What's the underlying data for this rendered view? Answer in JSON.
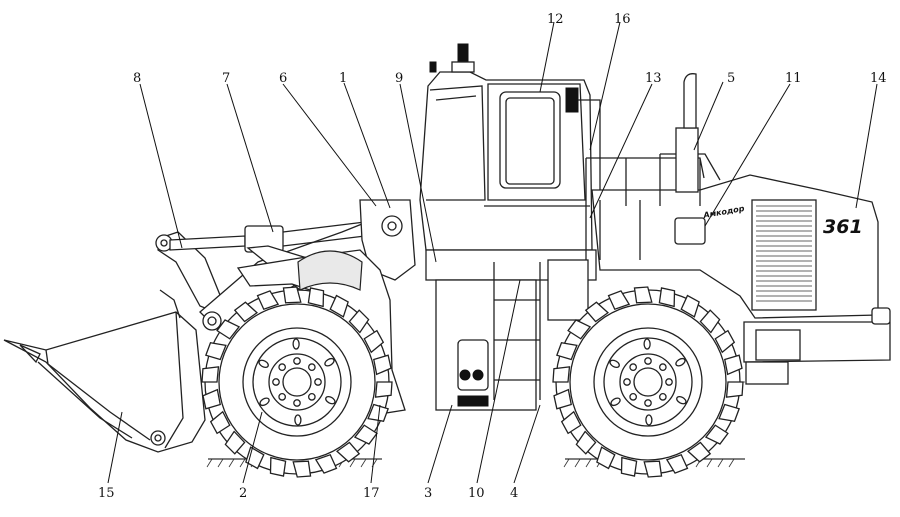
{
  "diagram": {
    "model_badge": "361",
    "brand_decal": "Амкодор",
    "callouts": [
      {
        "id": "c1",
        "label": "1"
      },
      {
        "id": "c2",
        "label": "2"
      },
      {
        "id": "c3",
        "label": "3"
      },
      {
        "id": "c4",
        "label": "4"
      },
      {
        "id": "c5",
        "label": "5"
      },
      {
        "id": "c6",
        "label": "6"
      },
      {
        "id": "c7",
        "label": "7"
      },
      {
        "id": "c8",
        "label": "8"
      },
      {
        "id": "c9",
        "label": "9"
      },
      {
        "id": "c10",
        "label": "10"
      },
      {
        "id": "c11",
        "label": "11"
      },
      {
        "id": "c12",
        "label": "12"
      },
      {
        "id": "c13",
        "label": "13"
      },
      {
        "id": "c14",
        "label": "14"
      },
      {
        "id": "c15",
        "label": "15"
      },
      {
        "id": "c16",
        "label": "16"
      },
      {
        "id": "c17",
        "label": "17"
      }
    ]
  }
}
